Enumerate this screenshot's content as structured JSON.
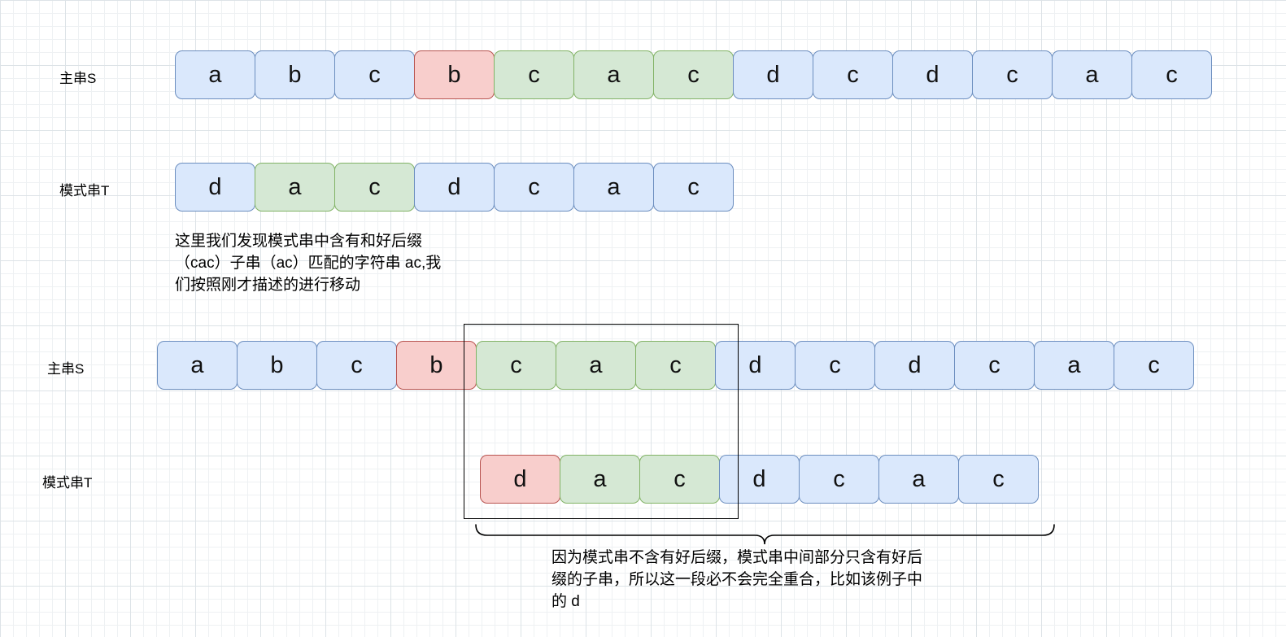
{
  "colors": {
    "blue_fill": "#dae8fc",
    "blue_border": "#6c8ebf",
    "green_fill": "#d5e8d4",
    "green_border": "#82b366",
    "red_fill": "#f8cecc",
    "red_border": "#b85450"
  },
  "rows": [
    {
      "label": "主串S",
      "cells": [
        {
          "ch": "a",
          "color": "blue"
        },
        {
          "ch": "b",
          "color": "blue"
        },
        {
          "ch": "c",
          "color": "blue"
        },
        {
          "ch": "b",
          "color": "red"
        },
        {
          "ch": "c",
          "color": "green"
        },
        {
          "ch": "a",
          "color": "green"
        },
        {
          "ch": "c",
          "color": "green"
        },
        {
          "ch": "d",
          "color": "blue"
        },
        {
          "ch": "c",
          "color": "blue"
        },
        {
          "ch": "d",
          "color": "blue"
        },
        {
          "ch": "c",
          "color": "blue"
        },
        {
          "ch": "a",
          "color": "blue"
        },
        {
          "ch": "c",
          "color": "blue"
        }
      ]
    },
    {
      "label": "模式串T",
      "cells": [
        {
          "ch": "d",
          "color": "blue"
        },
        {
          "ch": "a",
          "color": "green"
        },
        {
          "ch": "c",
          "color": "green"
        },
        {
          "ch": "d",
          "color": "blue"
        },
        {
          "ch": "c",
          "color": "blue"
        },
        {
          "ch": "a",
          "color": "blue"
        },
        {
          "ch": "c",
          "color": "blue"
        }
      ]
    },
    {
      "label": "主串S",
      "cells": [
        {
          "ch": "a",
          "color": "blue"
        },
        {
          "ch": "b",
          "color": "blue"
        },
        {
          "ch": "c",
          "color": "blue"
        },
        {
          "ch": "b",
          "color": "red"
        },
        {
          "ch": "c",
          "color": "green"
        },
        {
          "ch": "a",
          "color": "green"
        },
        {
          "ch": "c",
          "color": "green"
        },
        {
          "ch": "d",
          "color": "blue"
        },
        {
          "ch": "c",
          "color": "blue"
        },
        {
          "ch": "d",
          "color": "blue"
        },
        {
          "ch": "c",
          "color": "blue"
        },
        {
          "ch": "a",
          "color": "blue"
        },
        {
          "ch": "c",
          "color": "blue"
        }
      ]
    },
    {
      "label": "模式串T",
      "cells": [
        {
          "ch": "d",
          "color": "red"
        },
        {
          "ch": "a",
          "color": "green"
        },
        {
          "ch": "c",
          "color": "green"
        },
        {
          "ch": "d",
          "color": "blue"
        },
        {
          "ch": "c",
          "color": "blue"
        },
        {
          "ch": "a",
          "color": "blue"
        },
        {
          "ch": "c",
          "color": "blue"
        }
      ]
    }
  ],
  "annotations": {
    "note1": {
      "lines": [
        "这里我们发现模式串中含有和好后缀",
        "（cac）子串（ac）匹配的字符串 ac,我",
        "们按照刚才描述的进行移动"
      ]
    },
    "note2": {
      "lines": [
        "因为模式串不含有好后缀，模式串中间部分只含有好后",
        "缀的子串，所以这一段必不会完全重合，比如该例子中",
        "的 d"
      ]
    }
  }
}
